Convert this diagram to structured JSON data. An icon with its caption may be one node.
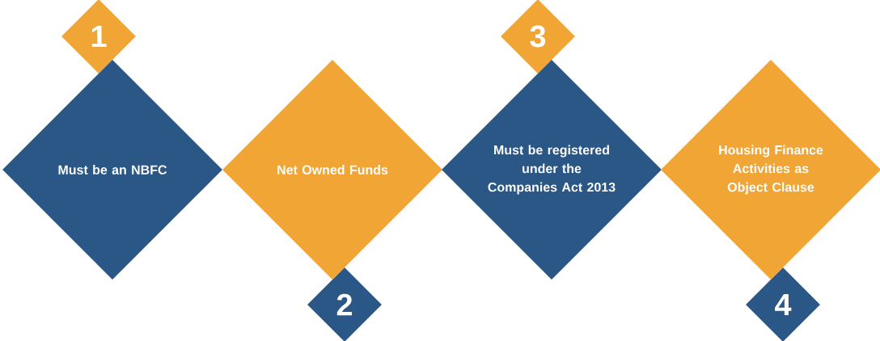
{
  "diagram": {
    "nodes": [
      {
        "text": [
          "1"
        ]
      },
      {
        "text": [
          "Must be an NBFC"
        ]
      },
      {
        "text": [
          "Net Owned Funds"
        ]
      },
      {
        "text": [
          "2"
        ]
      },
      {
        "text": [
          "3"
        ]
      },
      {
        "text": [
          "Must be registered under the Companies Act 2013"
        ]
      },
      {
        "text": [
          "Housing Finance Activities as Object Clause"
        ]
      },
      {
        "text": [
          "4"
        ]
      }
    ]
  }
}
